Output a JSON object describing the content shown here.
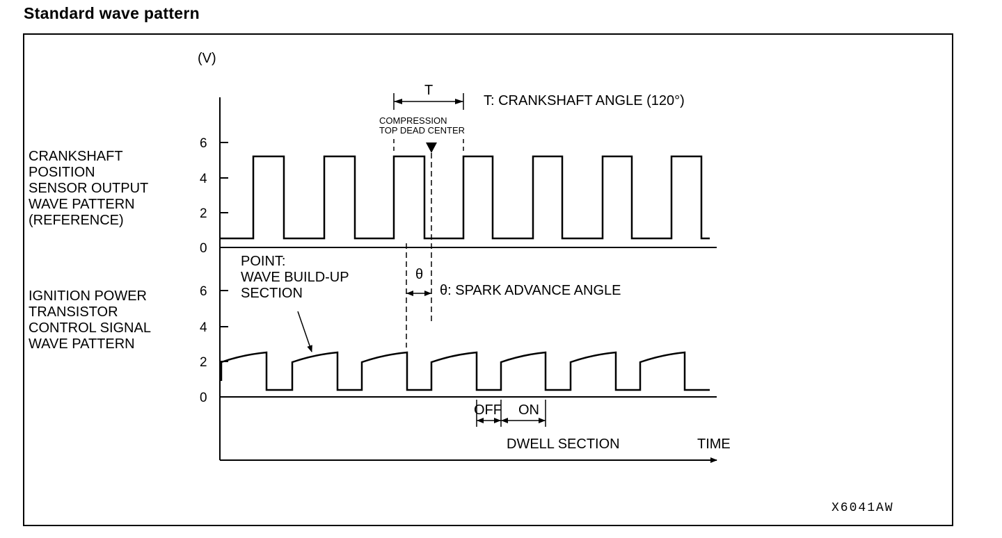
{
  "title": "Standard wave pattern",
  "y_unit": "(V)",
  "top_signal": {
    "label_lines": [
      "CRANKSHAFT",
      "POSITION",
      "SENSOR  OUTPUT",
      "WAVE PATTERN",
      "(REFERENCE)"
    ],
    "y_ticks": [
      "6",
      "4",
      "2",
      "0"
    ]
  },
  "bottom_signal": {
    "label_lines": [
      "IGNITION POWER",
      "TRANSISTOR",
      "CONTROL SIGNAL",
      "WAVE PATTERN"
    ],
    "y_ticks": [
      "6",
      "4",
      "2",
      "0"
    ]
  },
  "annotations": {
    "t_marker": "T",
    "t_desc": "T: CRANKSHAFT ANGLE (120°)",
    "tdc_lines": [
      "COMPRESSION",
      "TOP DEAD CENTER"
    ],
    "theta_marker": "θ",
    "theta_desc": "θ: SPARK ADVANCE ANGLE",
    "point_lines": [
      "POINT:",
      "WAVE BUILD-UP",
      "SECTION"
    ],
    "off": "OFF",
    "on": "ON",
    "dwell": "DWELL SECTION",
    "time": "TIME"
  },
  "figure_code": "X6041AW"
}
